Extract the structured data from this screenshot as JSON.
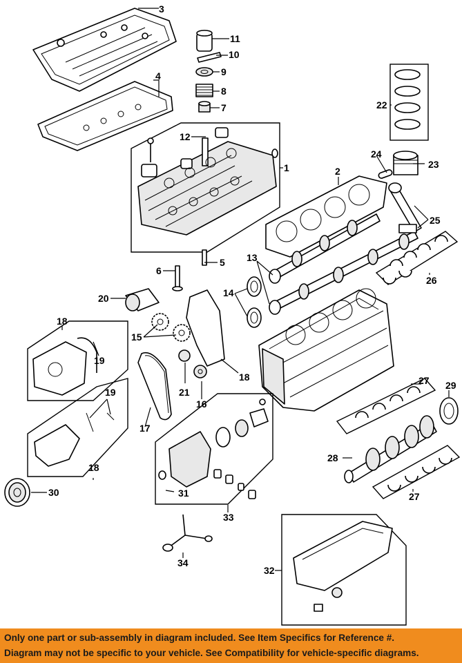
{
  "diagram": {
    "callouts": [
      {
        "id": "1",
        "text": "1"
      },
      {
        "id": "2",
        "text": "2"
      },
      {
        "id": "3",
        "text": "3"
      },
      {
        "id": "4",
        "text": "4"
      },
      {
        "id": "5",
        "text": "5"
      },
      {
        "id": "6",
        "text": "6"
      },
      {
        "id": "7",
        "text": "7"
      },
      {
        "id": "8",
        "text": "8"
      },
      {
        "id": "9",
        "text": "9"
      },
      {
        "id": "10",
        "text": "10"
      },
      {
        "id": "11",
        "text": "11"
      },
      {
        "id": "12",
        "text": "12"
      },
      {
        "id": "13",
        "text": "13"
      },
      {
        "id": "14",
        "text": "14"
      },
      {
        "id": "15",
        "text": "15"
      },
      {
        "id": "16",
        "text": "16"
      },
      {
        "id": "17",
        "text": "17"
      },
      {
        "id": "18a",
        "text": "18"
      },
      {
        "id": "18b",
        "text": "18"
      },
      {
        "id": "18c",
        "text": "18"
      },
      {
        "id": "19a",
        "text": "19"
      },
      {
        "id": "19b",
        "text": "19"
      },
      {
        "id": "20",
        "text": "20"
      },
      {
        "id": "21",
        "text": "21"
      },
      {
        "id": "22",
        "text": "22"
      },
      {
        "id": "23",
        "text": "23"
      },
      {
        "id": "24",
        "text": "24"
      },
      {
        "id": "25",
        "text": "25"
      },
      {
        "id": "26",
        "text": "26"
      },
      {
        "id": "27a",
        "text": "27"
      },
      {
        "id": "27b",
        "text": "27"
      },
      {
        "id": "28",
        "text": "28"
      },
      {
        "id": "29",
        "text": "29"
      },
      {
        "id": "30",
        "text": "30"
      },
      {
        "id": "31",
        "text": "31"
      },
      {
        "id": "32",
        "text": "32"
      },
      {
        "id": "33",
        "text": "33"
      },
      {
        "id": "34",
        "text": "34"
      }
    ]
  },
  "footer": {
    "line1": "Only one part or sub-assembly in diagram included. See Item Specifics for Reference #.",
    "line2": "Diagram may not be specific to your vehicle. See Compatibility for vehicle-specific diagrams."
  },
  "colors": {
    "footer_bg": "#f08c1e",
    "line": "#000000",
    "background": "#ffffff"
  }
}
